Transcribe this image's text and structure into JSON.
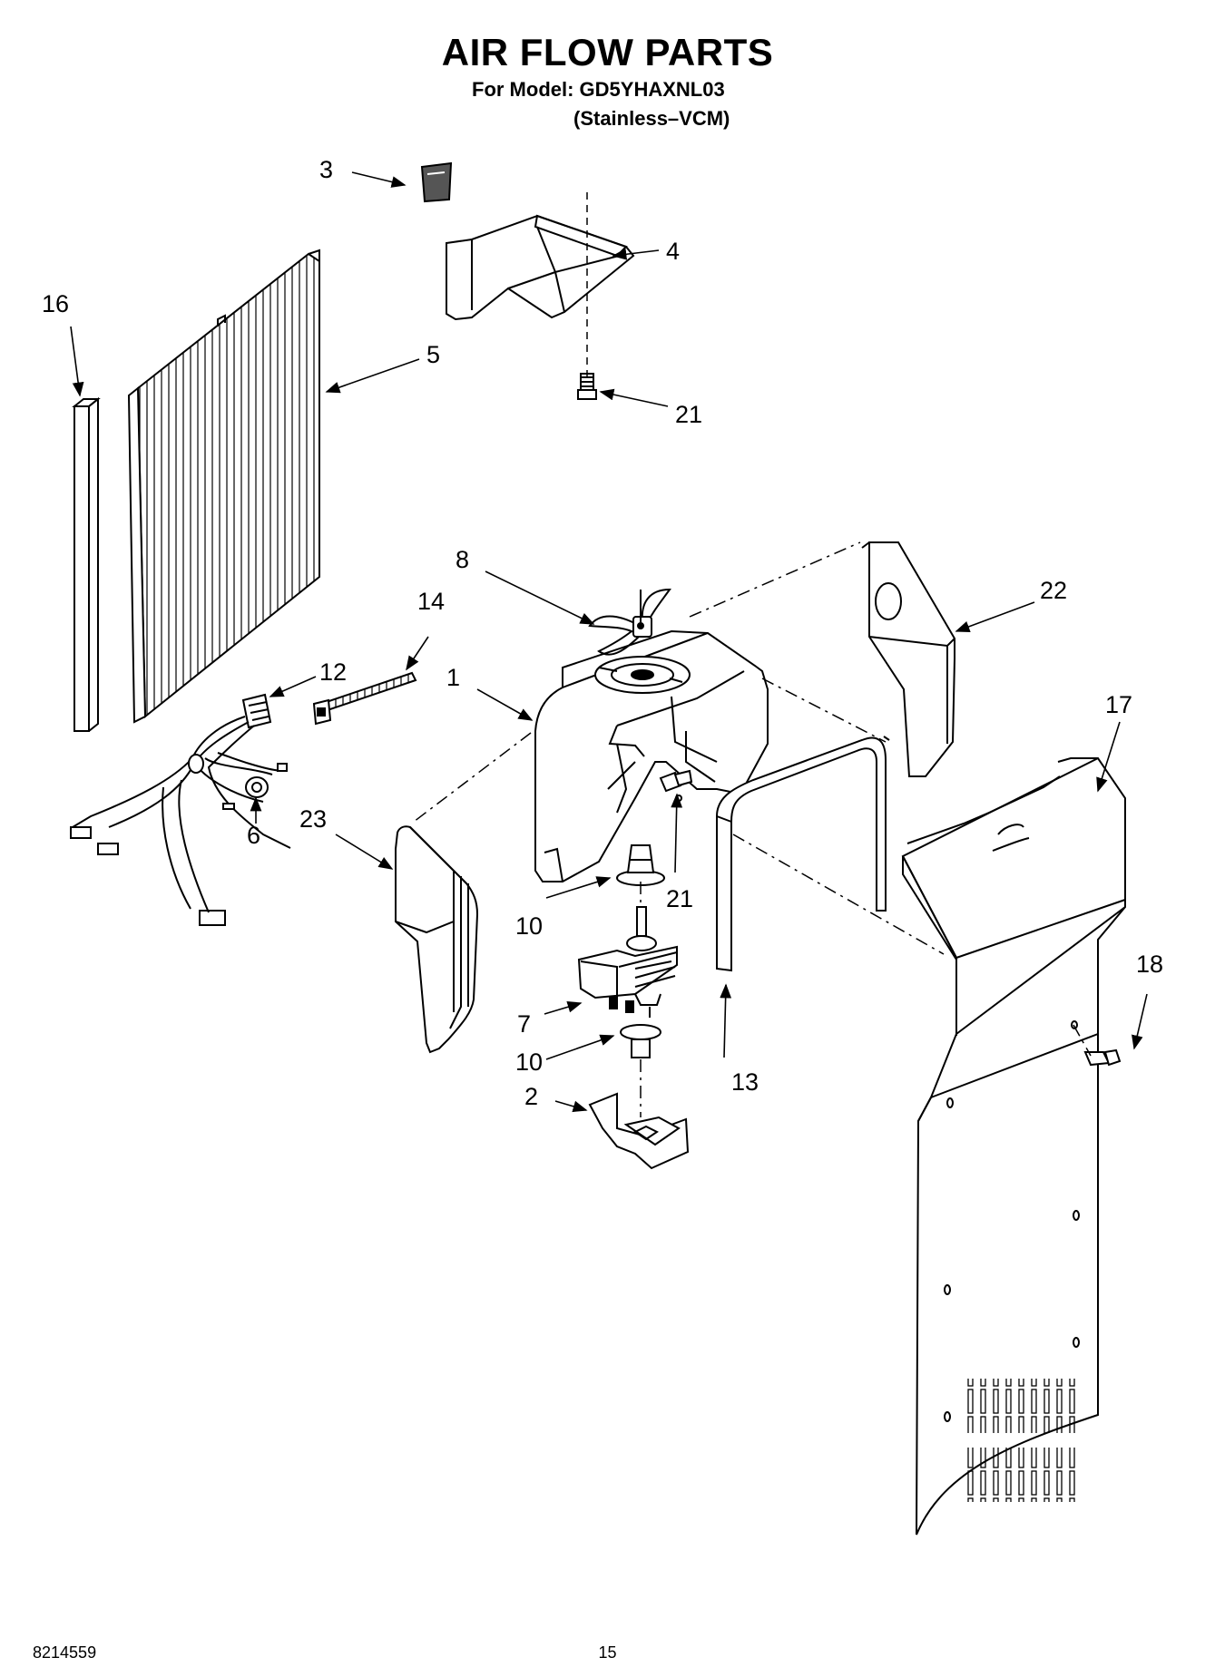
{
  "header": {
    "title": "AIR FLOW PARTS",
    "model_line": "For Model: GD5YHAXNL03",
    "variant_line": "(Stainless–VCM)"
  },
  "footer": {
    "doc_number": "8214559",
    "page_number": "15"
  },
  "callouts": {
    "c1": "1",
    "c2": "2",
    "c3": "3",
    "c4": "4",
    "c5": "5",
    "c6": "6",
    "c7": "7",
    "c8": "8",
    "c10a": "10",
    "c10b": "10",
    "c12": "12",
    "c13": "13",
    "c14": "14",
    "c16": "16",
    "c17": "17",
    "c18": "18",
    "c21a": "21",
    "c21b": "21",
    "c22": "22",
    "c23": "23"
  }
}
